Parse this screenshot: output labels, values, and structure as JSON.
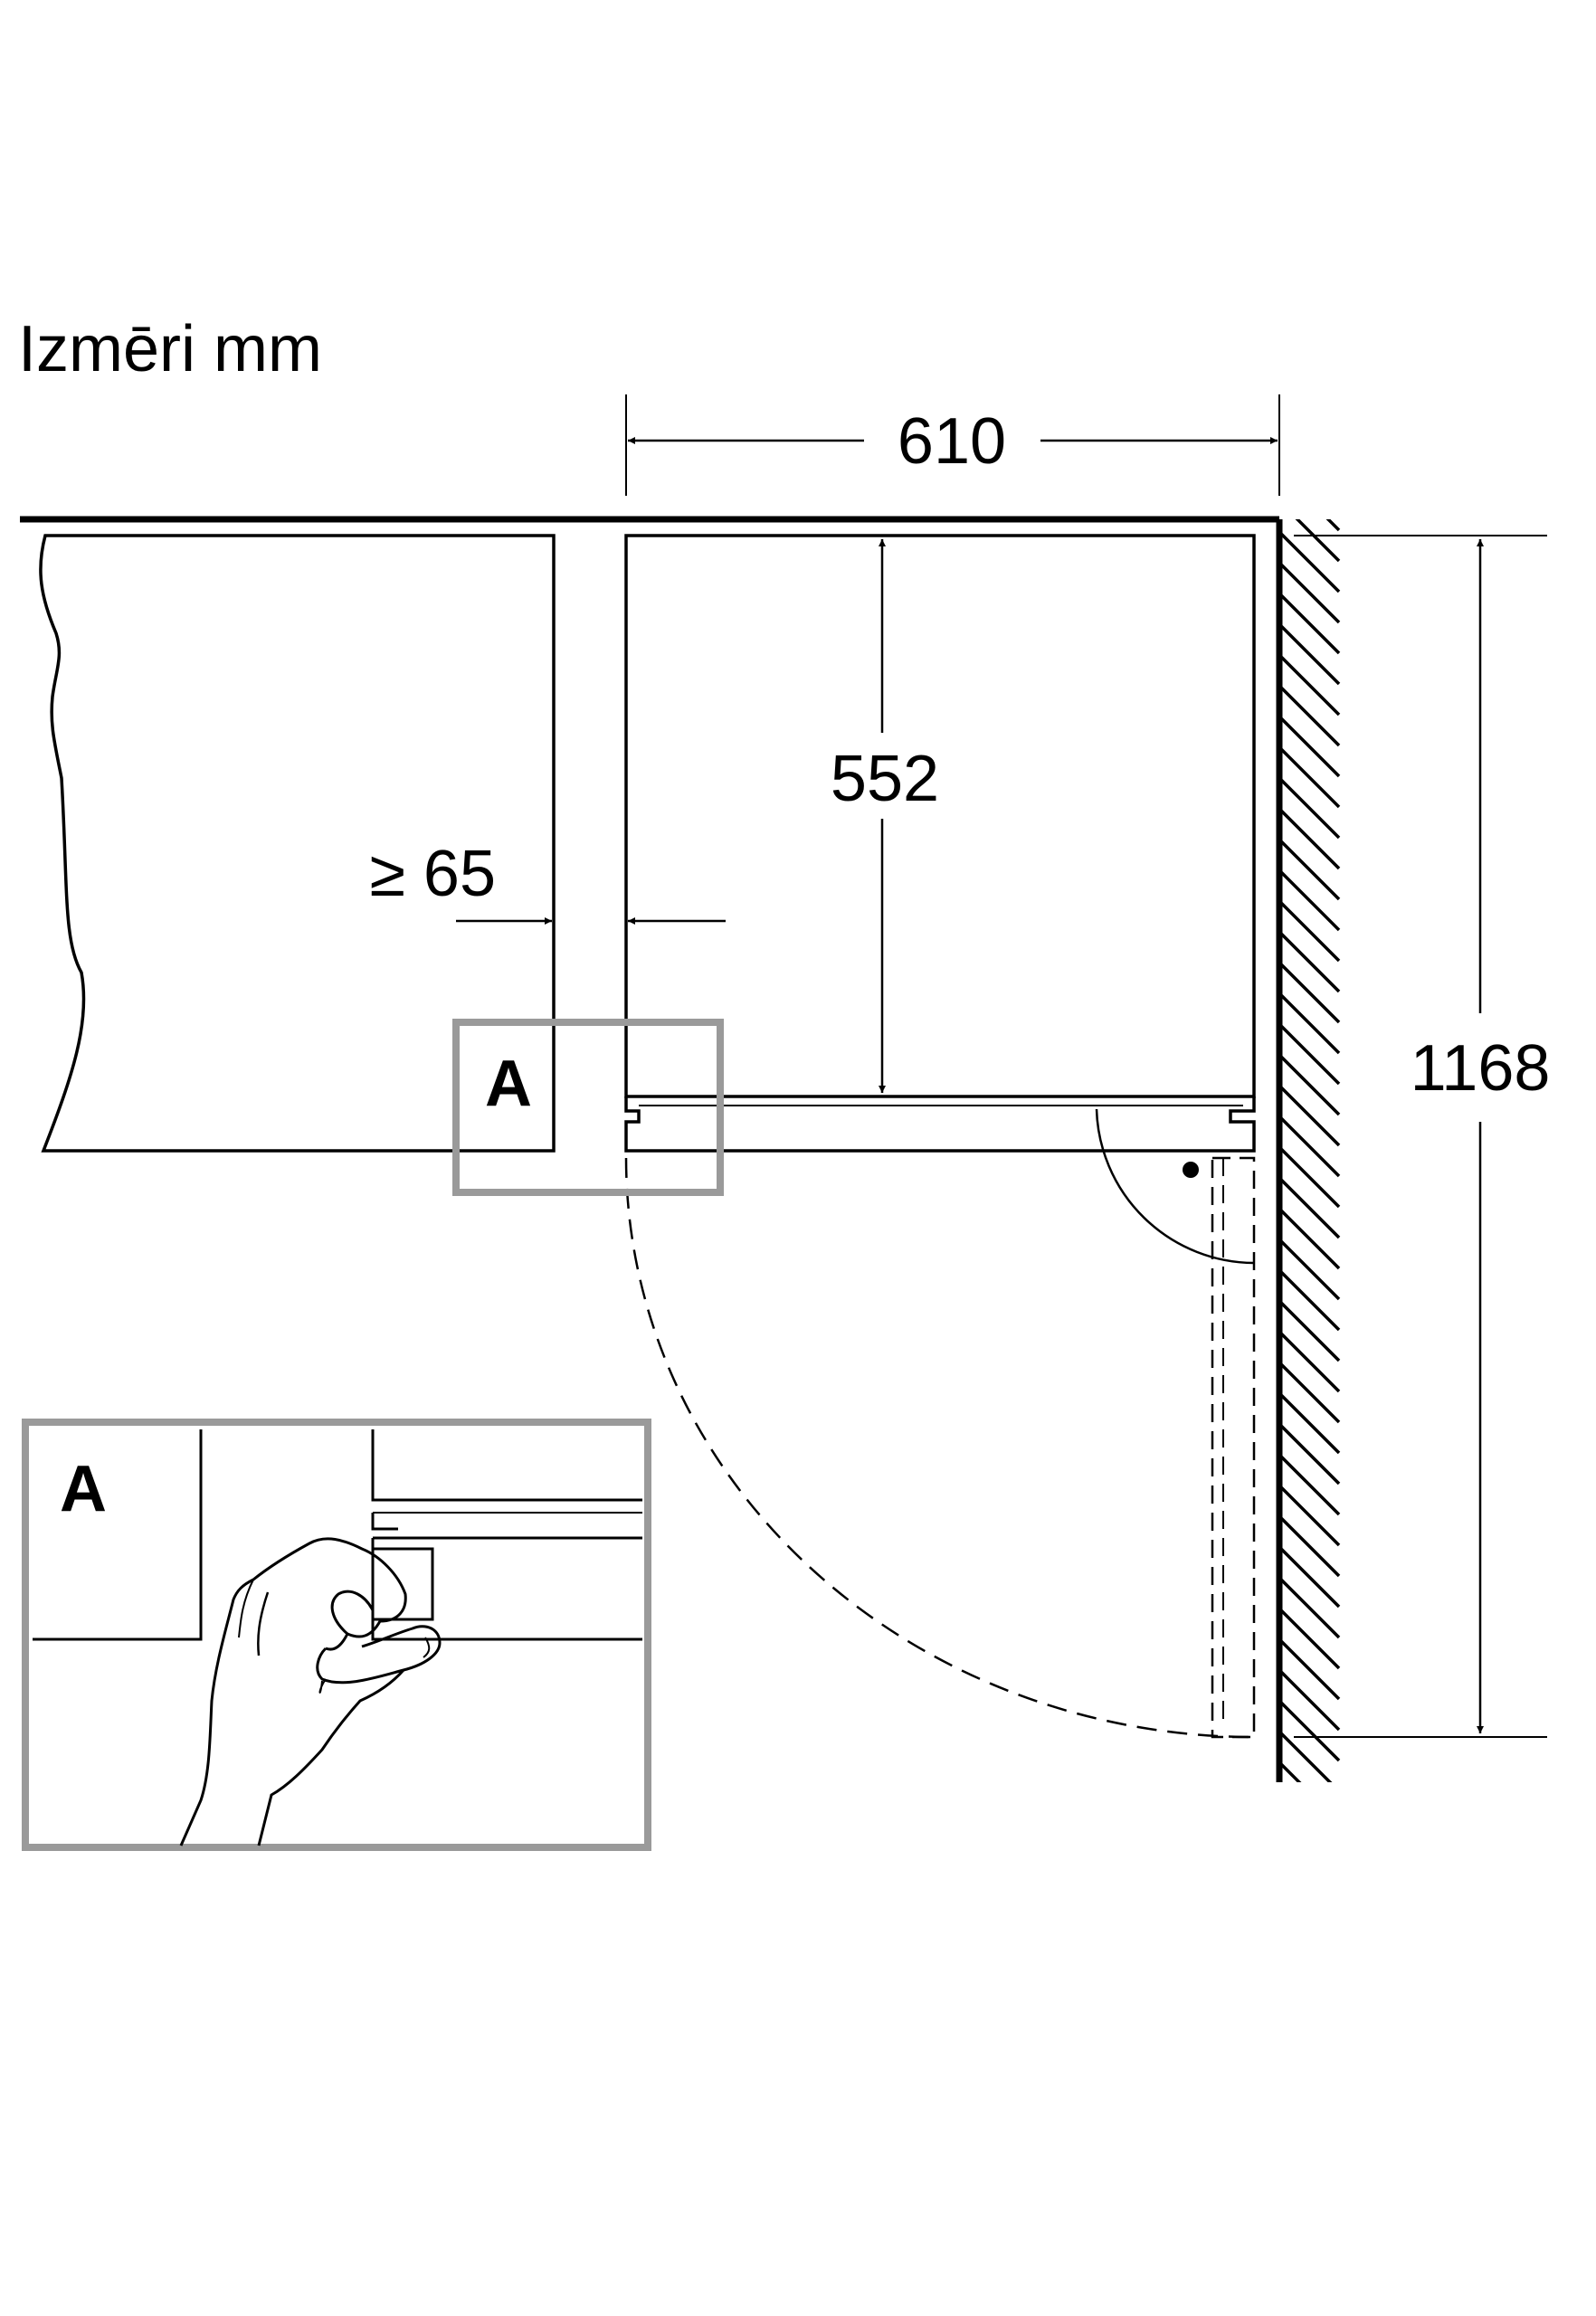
{
  "title": "Izmēri mm",
  "dimensions": {
    "width": "610",
    "depth": "552",
    "door_arc": "1168",
    "gap": "≥ 65"
  },
  "callouts": {
    "detail_marker": "A",
    "detail_inset": "A"
  },
  "colors": {
    "line": "#000000",
    "detail_frame": "#9a9a9a",
    "background": "#ffffff"
  }
}
